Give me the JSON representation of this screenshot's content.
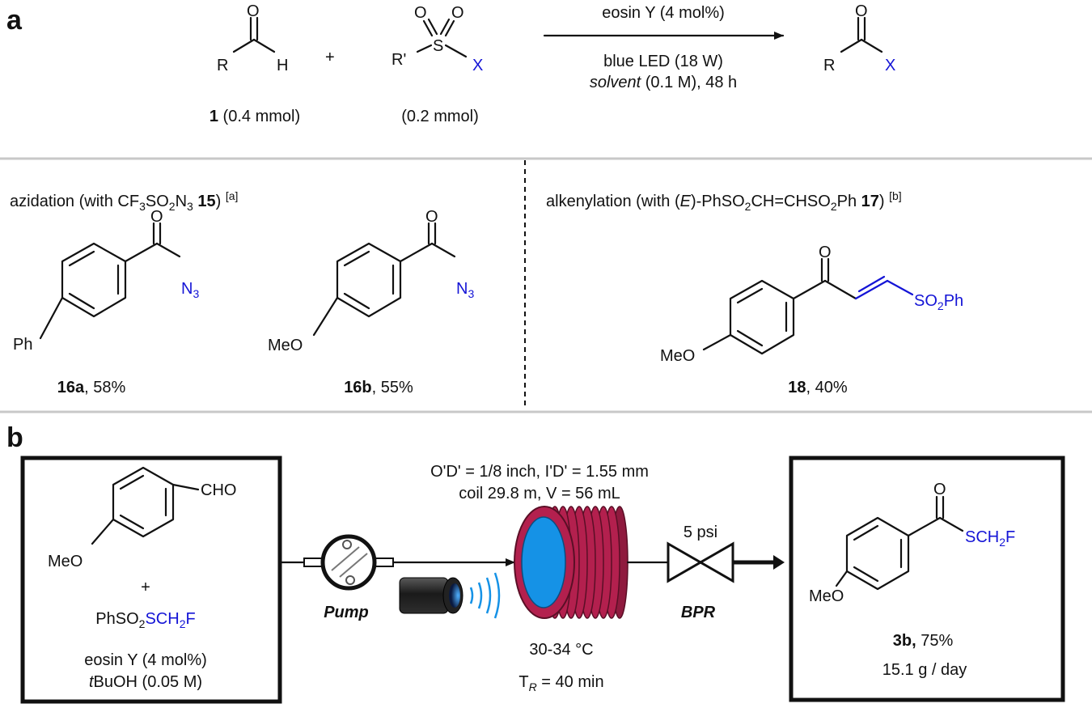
{
  "panel_a": {
    "label": "a",
    "scheme": {
      "aldehyde_r": "R",
      "aldehyde_h": "H",
      "aldehyde_o": "O",
      "plus": "+",
      "sulfonyl_r": "R'",
      "sulfonyl_s": "S",
      "sulfonyl_o1": "O",
      "sulfonyl_o2": "O",
      "sulfonyl_x": "X",
      "cond_above": "eosin Y (4 mol%)",
      "cond_below_1": "blue LED (18 W)",
      "cond_below_2_italic": "solvent",
      "cond_below_2_rest": " (0.1 M), 48 h",
      "product_r": "R",
      "product_o": "O",
      "product_x": "X",
      "aldehyde_label_bold": "1",
      "aldehyde_label_rest": " (0.4 mmol)",
      "sulfonyl_label": "(0.2 mmol)"
    },
    "azidation": {
      "heading_pre": "azidation (with CF",
      "heading_sub1": "3",
      "heading_mid1": "SO",
      "heading_sub2": "2",
      "heading_mid2": "N",
      "heading_sub3": "3",
      "heading_bold": " 15",
      "heading_close": ") ",
      "heading_note": "[a]",
      "compound_16a": {
        "o": "O",
        "n": "N",
        "n_sub": "3",
        "sub": "Ph",
        "label_bold": "16a",
        "label_rest": ", 58%"
      },
      "compound_16b": {
        "o": "O",
        "n": "N",
        "n_sub": "3",
        "sub": "MeO",
        "label_bold": "16b",
        "label_rest": ", 55%"
      }
    },
    "alkenylation": {
      "heading_pre": "alkenylation (with (",
      "heading_e": "E",
      "heading_mid": ")-PhSO",
      "heading_sub1": "2",
      "heading_mid2": "CH=CHSO",
      "heading_sub2": "2",
      "heading_mid3": "Ph",
      "heading_bold": " 17",
      "heading_close": ") ",
      "heading_note": "[b]",
      "compound_18": {
        "o": "O",
        "so2": "SO",
        "so2_sub": "2",
        "so2_ph": "Ph",
        "sub": "MeO",
        "label_bold": "18",
        "label_rest": ", 40%"
      }
    }
  },
  "panel_b": {
    "label": "b",
    "reactants": {
      "cho": "CHO",
      "meo": "MeO",
      "plus": "+",
      "reagent_black": "PhSO",
      "reagent_sub": "2",
      "reagent_blue": "SCH",
      "reagent_blue_sub": "2",
      "reagent_blue_end": "F",
      "cat": "eosin Y (4 mol%)",
      "solvent_italic": "t",
      "solvent_rest": "BuOH (0.05 M)"
    },
    "flow": {
      "pump_label": "Pump",
      "spec_line1": "O'D' = 1/8  inch, I'D' = 1.55  mm",
      "spec_line2": "coil 29.8  m, V = 56 mL",
      "pressure": "5 psi",
      "bpr_label": "BPR",
      "temp": "30-34  °C",
      "tr_pre": "T",
      "tr_sub": "R",
      "tr_rest": " = 40 min"
    },
    "product": {
      "o": "O",
      "meo": "MeO",
      "group": "SCH",
      "group_sub": "2",
      "group_end": "F",
      "label_bold": "3b,",
      "label_rest": " 75%",
      "throughput": "15.1  g / day"
    }
  },
  "colors": {
    "reactive_group": "#1414d6",
    "coil": "#b3204e",
    "coil_core": "#1592e6",
    "divider": "#c8c8c8"
  }
}
